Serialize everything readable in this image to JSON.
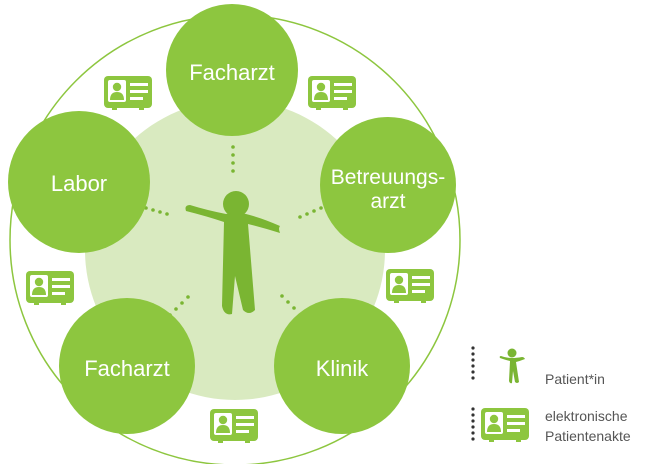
{
  "colors": {
    "node_green": "#8dc63f",
    "inner_fill": "#d9eac0",
    "outer_ring": "#8dc63f",
    "patient_green": "#7ab532",
    "card_green": "#8dc63f",
    "dots": "#7ab532",
    "legend_dots": "#333333"
  },
  "nodes": {
    "top": "Facharzt",
    "left": "Labor",
    "right_line1": "Betreuungs-",
    "right_line2": "arzt",
    "bottom_left": "Facharzt",
    "bottom_right": "Klinik"
  },
  "legend": {
    "patient": "Patient*in",
    "record_line1": "elektronische",
    "record_line2": "Patientenakte"
  },
  "icons": {
    "patient": "patient-figure-icon",
    "record": "health-record-card-icon"
  }
}
